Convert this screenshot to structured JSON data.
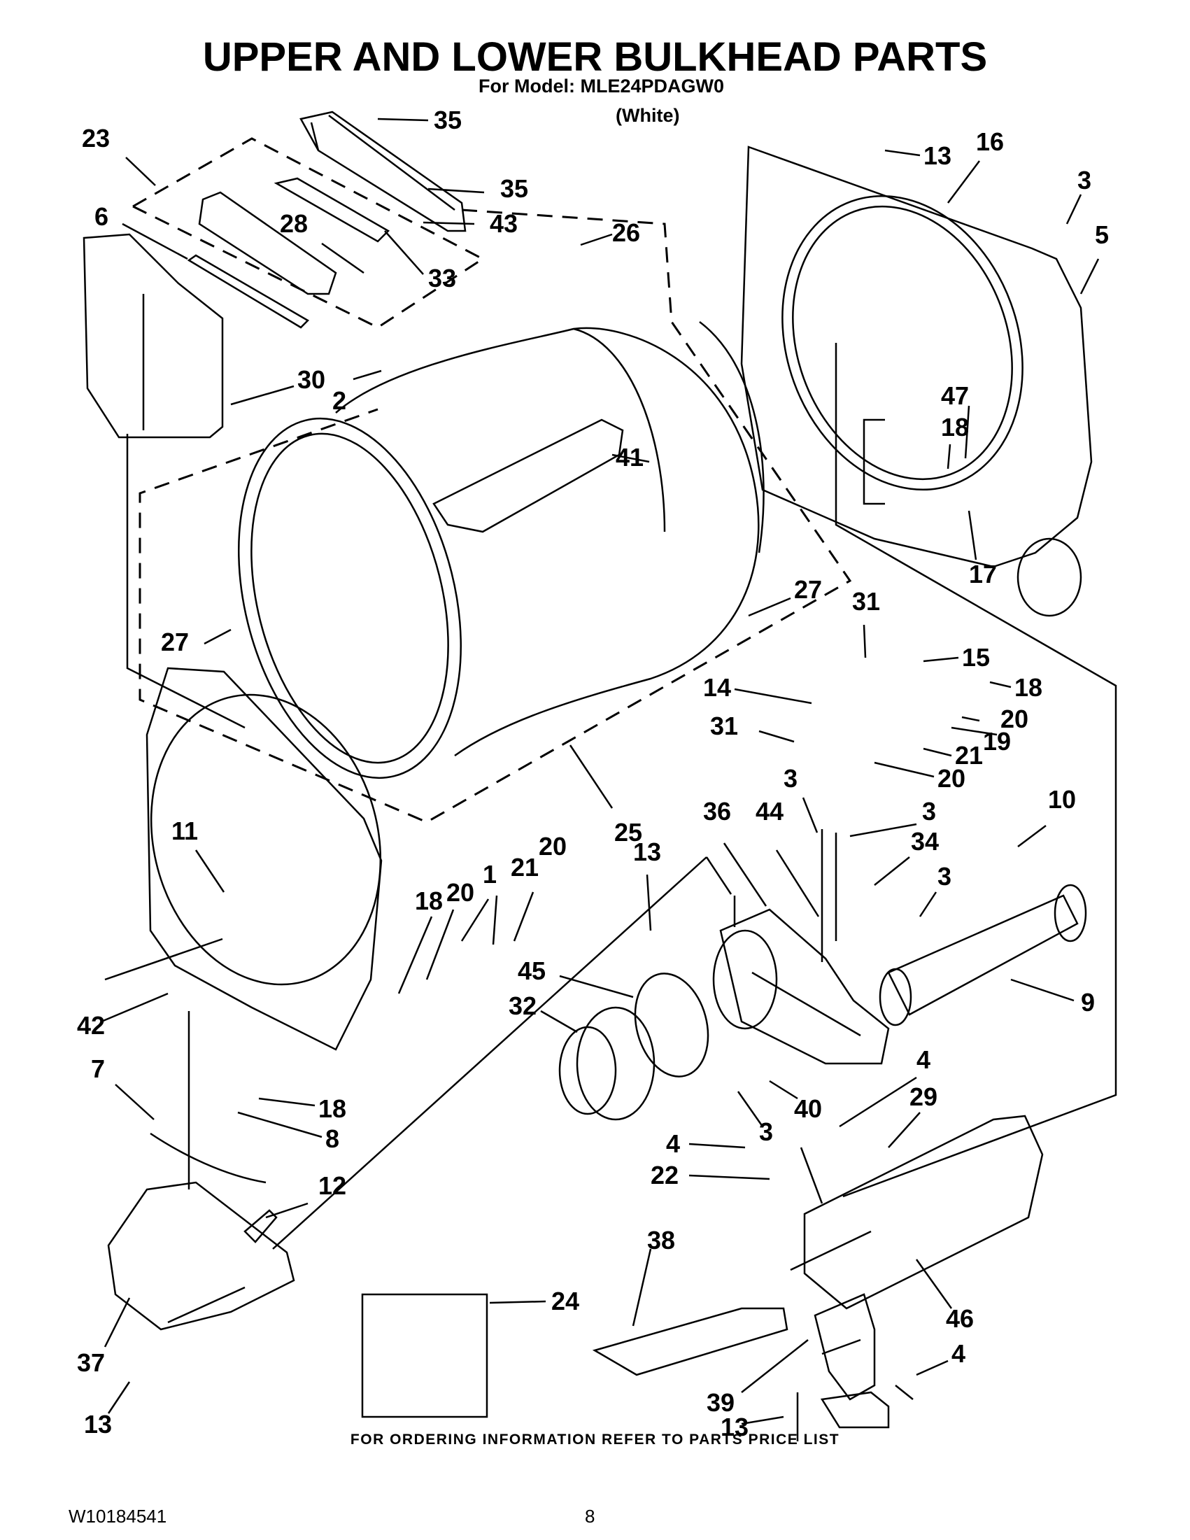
{
  "header": {
    "title": "UPPER AND LOWER BULKHEAD PARTS",
    "model_line": "For Model: MLE24PDAGW0",
    "color_line": "(White)"
  },
  "footer": {
    "ordering_note": "FOR ORDERING INFORMATION REFER TO PARTS PRICE LIST",
    "document_number": "W10184541",
    "page_number": "8"
  },
  "callouts": [
    "35",
    "23",
    "35",
    "43",
    "6",
    "28",
    "33",
    "26",
    "30",
    "2",
    "41",
    "27",
    "27",
    "13",
    "16",
    "3",
    "5",
    "47",
    "18",
    "17",
    "31",
    "15",
    "18",
    "14",
    "31",
    "20",
    "19",
    "21",
    "20",
    "11",
    "25",
    "36",
    "44",
    "3",
    "3",
    "10",
    "13",
    "21",
    "20",
    "1",
    "20",
    "18",
    "34",
    "3",
    "45",
    "32",
    "9",
    "42",
    "7",
    "18",
    "8",
    "40",
    "3",
    "4",
    "29",
    "4",
    "22",
    "12",
    "38",
    "24",
    "46",
    "37",
    "39",
    "4",
    "13",
    "13"
  ]
}
